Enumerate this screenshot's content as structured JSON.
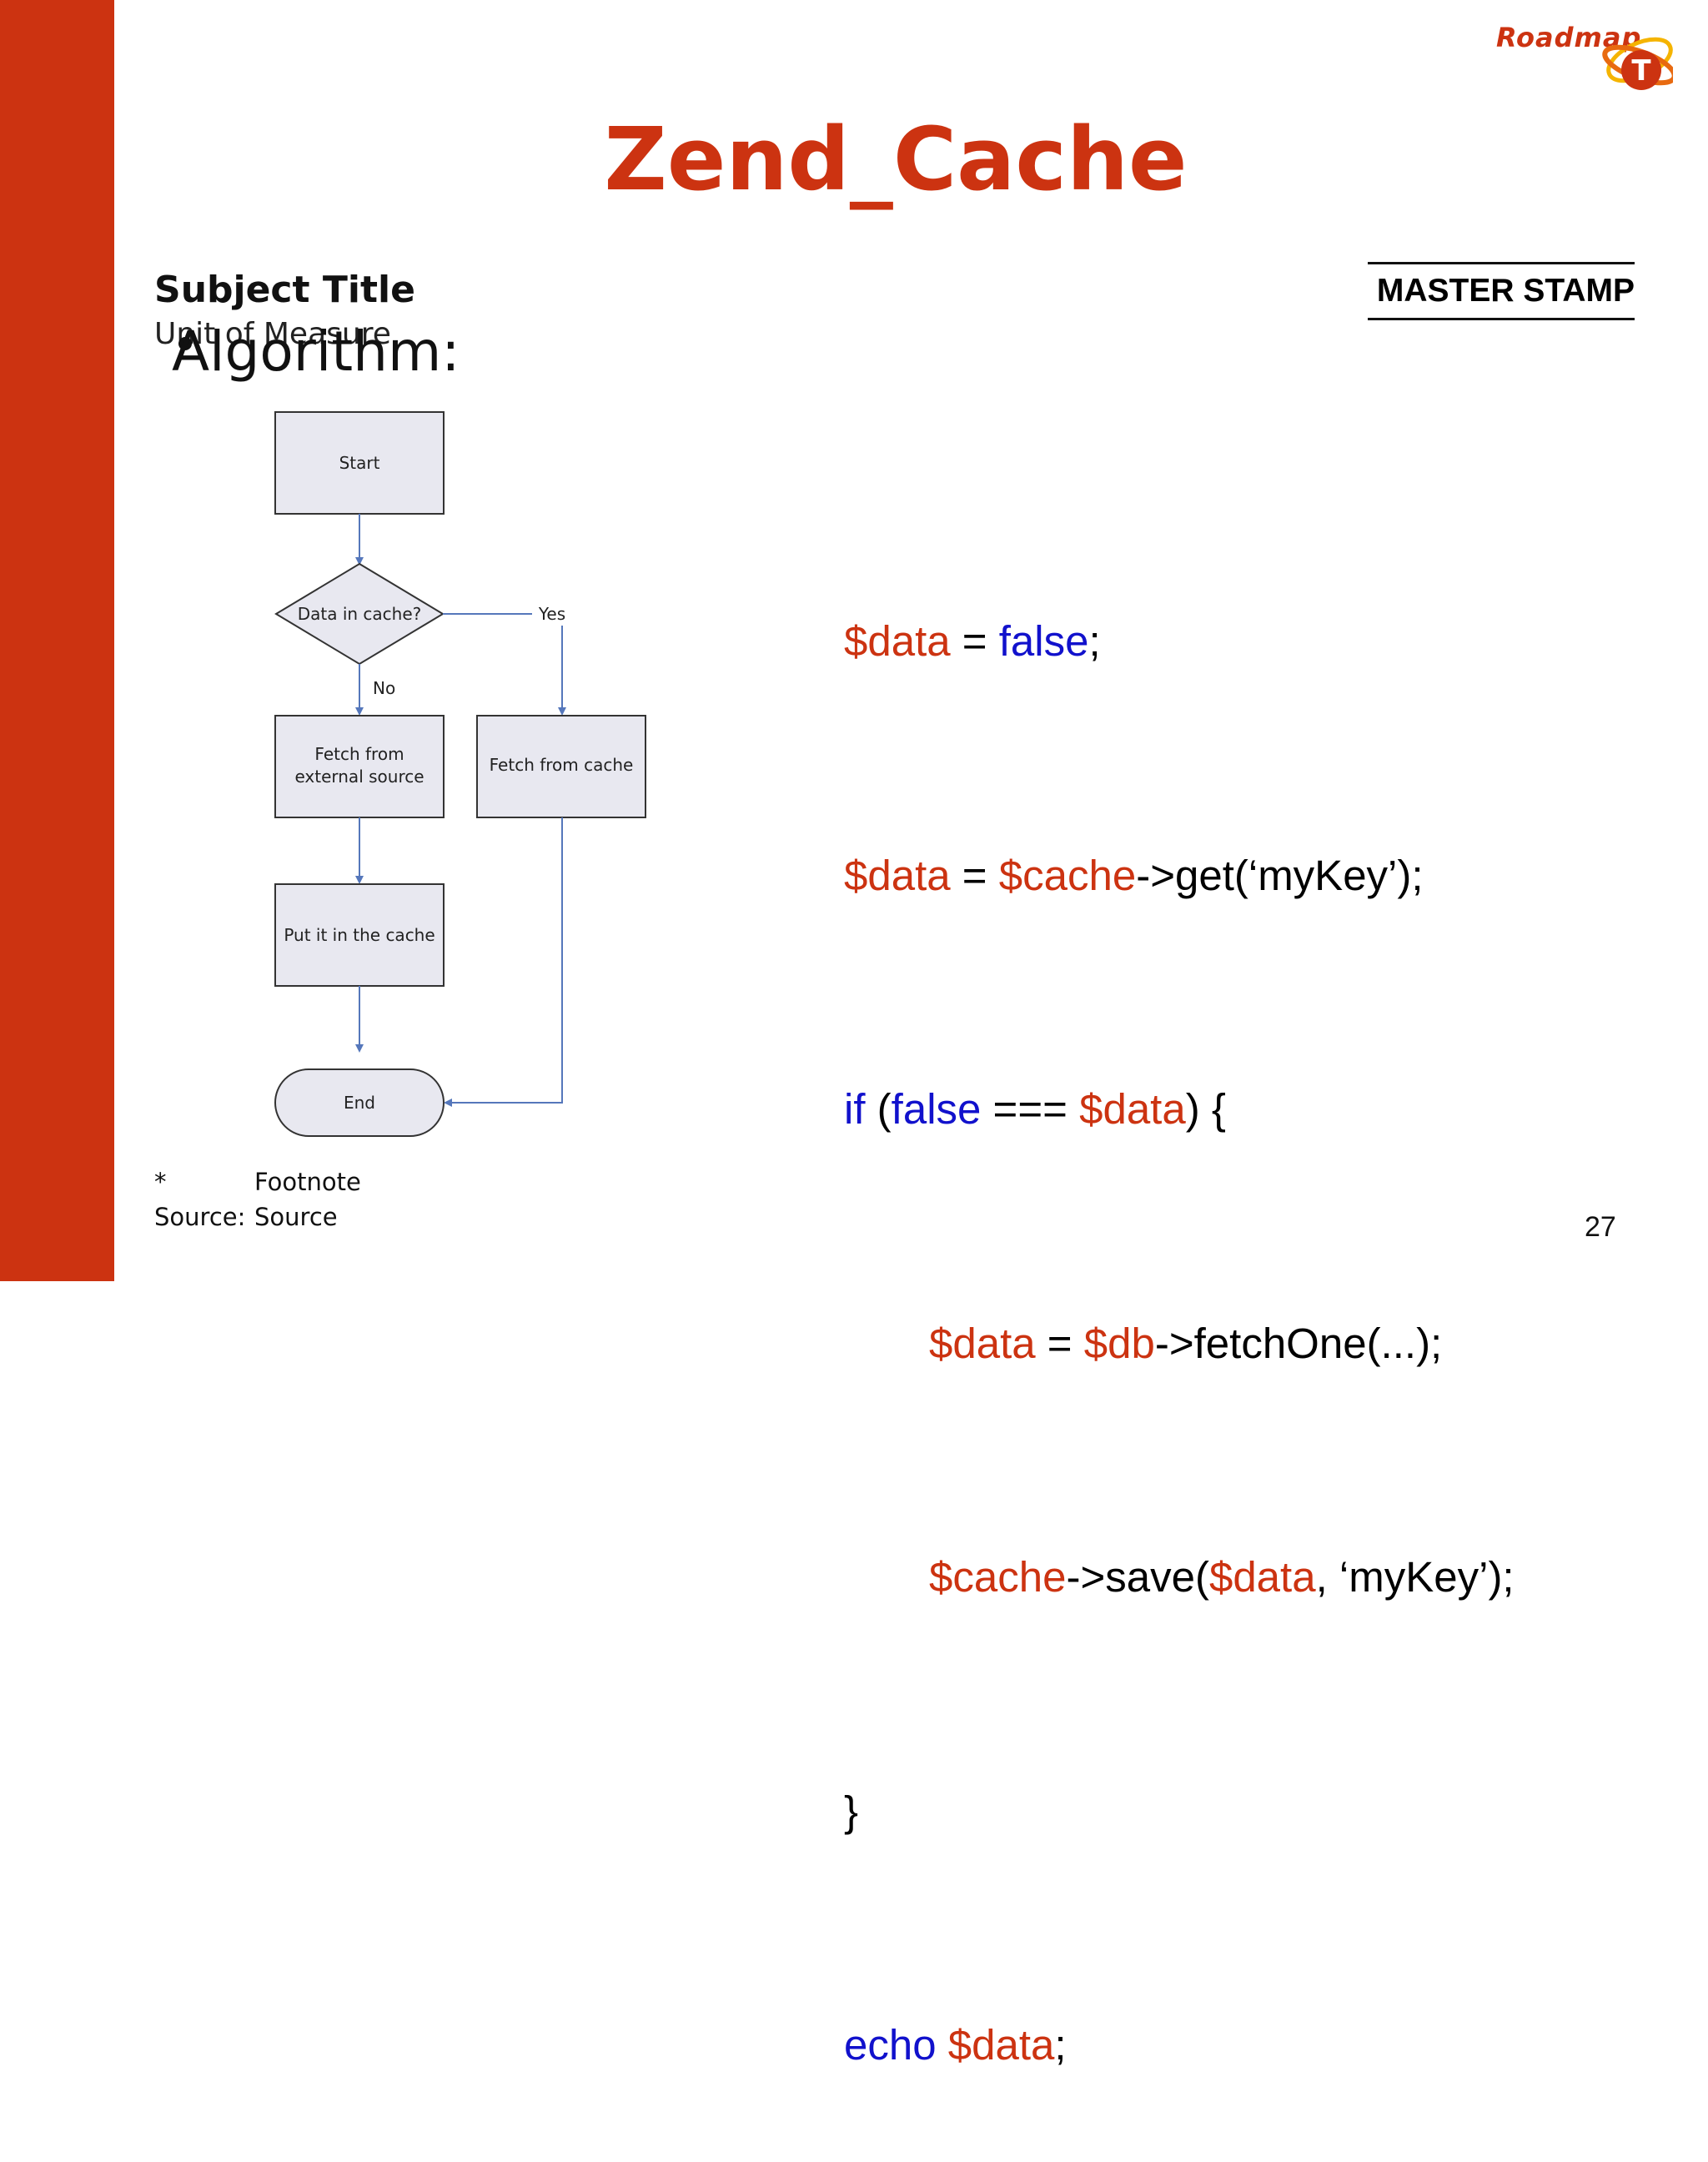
{
  "slide": {
    "title": "Zend_Cache",
    "subject_title": "Subject Title",
    "unit_of_measure": "Unit of Measure",
    "heading": "Algorithm:",
    "master_stamp": "MASTER STAMP",
    "page_number": "27",
    "colors": {
      "accent": "#cc3311",
      "keyword": "#1111cc"
    }
  },
  "logo": {
    "text": "Roadmap",
    "letter": "T"
  },
  "flowchart": {
    "start": "Start",
    "decision": "Data in cache?",
    "yes_label": "Yes",
    "no_label": "No",
    "fetch_external_line1": "Fetch from",
    "fetch_external_line2": "external source",
    "fetch_cache": "Fetch from cache",
    "put_cache": "Put it in the cache",
    "end": "End"
  },
  "code": {
    "l1": {
      "a": "$data",
      "b": " = ",
      "c": "false",
      "d": ";"
    },
    "l2": {
      "a": "$data",
      "b": " = ",
      "c": "$cache",
      "d": "->get(‘myKey’);"
    },
    "l3": {
      "a": "if",
      "b": " (",
      "c": "false",
      "d": " === ",
      "e": "$data",
      "f": ") {"
    },
    "l4": {
      "a": "$data",
      "b": " = ",
      "c": "$db",
      "d": "->fetchOne(...);"
    },
    "l5": {
      "a": "$cache",
      "b": "->save(",
      "c": "$data",
      "d": ", ‘myKey’);"
    },
    "l6": {
      "a": "}"
    },
    "l7": {
      "a": "echo",
      "b": " ",
      "c": "$data",
      "d": ";"
    }
  },
  "footer": {
    "footnote_marker": "*",
    "footnote": "Footnote",
    "source_label": "Source:",
    "source": "Source"
  }
}
